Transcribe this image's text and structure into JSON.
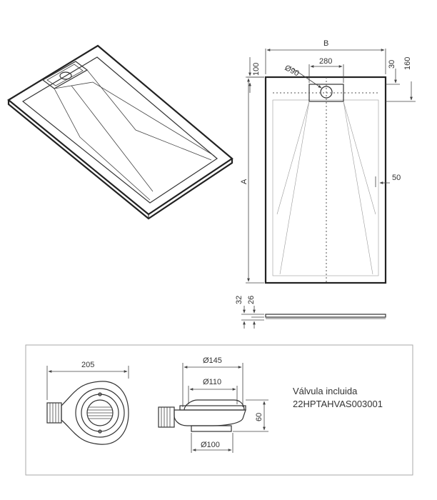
{
  "dimensions": {
    "B": "B",
    "A": "A",
    "d280": "280",
    "d90": "Ø90",
    "d100": "100",
    "d30": "30",
    "d160": "160",
    "d50": "50",
    "d32": "32",
    "d26": "26",
    "d205": "205",
    "d145": "Ø145",
    "d110": "Ø110",
    "d100b": "Ø100",
    "d60": "60"
  },
  "valve": {
    "line1": "Válvula incluida",
    "line2": "22HPTAHVAS003001"
  },
  "colors": {
    "stroke": "#222222",
    "text": "#333333",
    "border": "#aaaaaa"
  }
}
